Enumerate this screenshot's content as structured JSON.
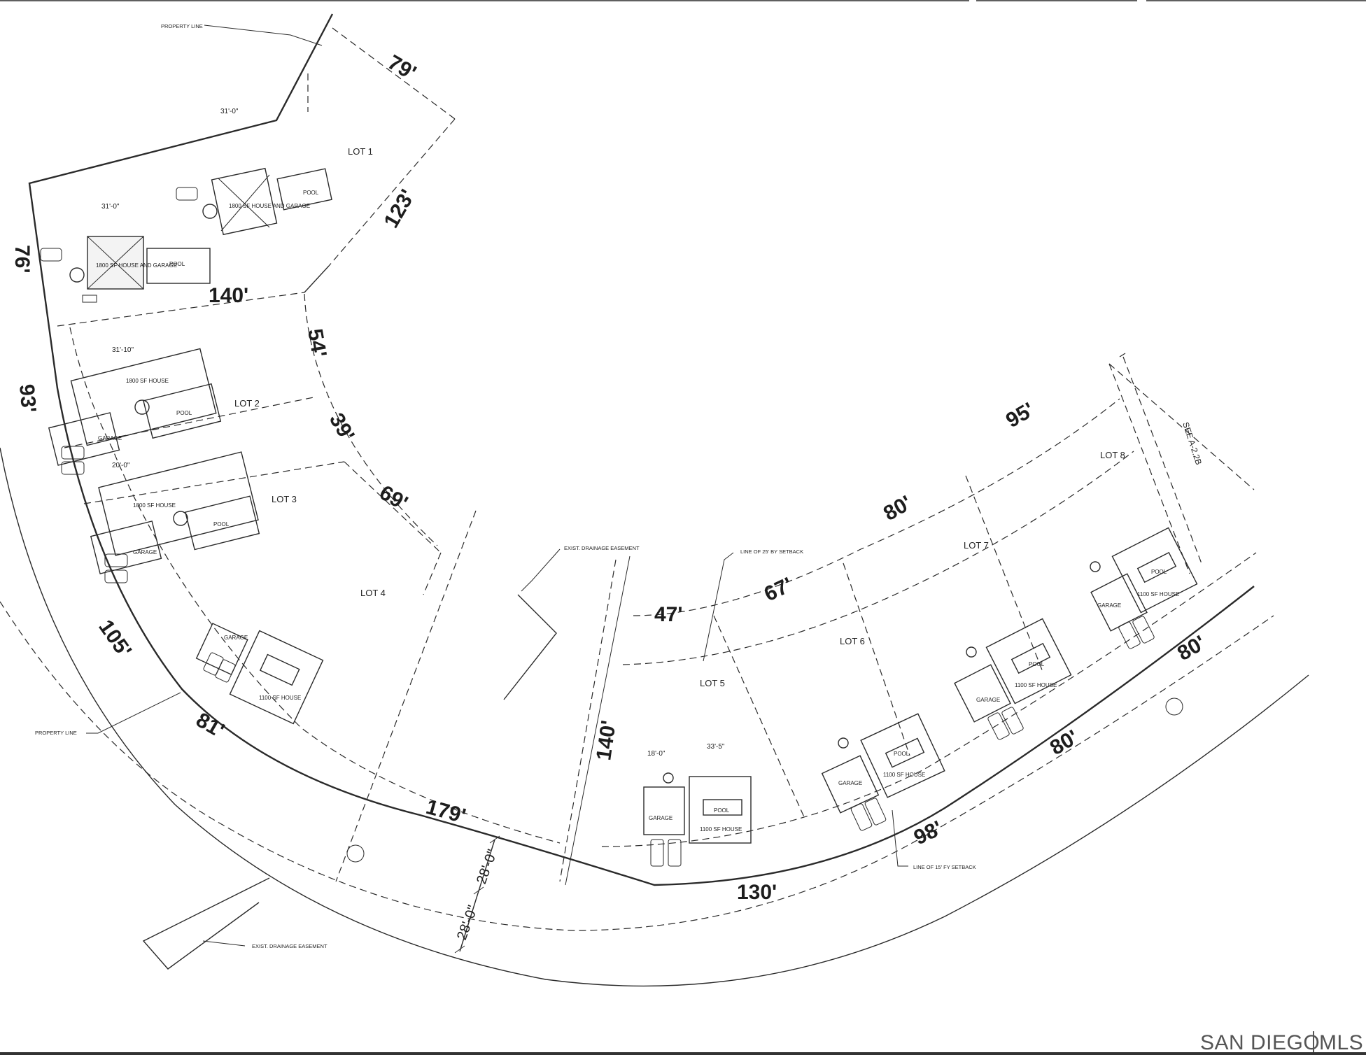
{
  "notes": {
    "property_line_top": "PROPERTY LINE",
    "property_line_left": "PROPERTY LINE",
    "drainage_easement_top": "EXIST. DRAINAGE EASEMENT",
    "drainage_easement_bottom": "EXIST. DRAINAGE EASEMENT",
    "setback_25": "LINE OF 25' BY SETBACK",
    "setback_15": "LINE OF 15' FY SETBACK",
    "see_sheet": "SEE A-2.2B"
  },
  "lots": {
    "lot1": "LOT 1",
    "lot2": "LOT 2",
    "lot3": "LOT 3",
    "lot4": "LOT 4",
    "lot5": "LOT 5",
    "lot6": "LOT 6",
    "lot7": "LOT 7",
    "lot8": "LOT 8"
  },
  "dimensions": {
    "d79": "79'",
    "d123": "123'",
    "d76": "76'",
    "d140a": "140'",
    "d54": "54'",
    "d93": "93'",
    "d39": "39'",
    "d69": "69'",
    "d95": "95'",
    "d80a": "80'",
    "d67": "67'",
    "d47": "47'",
    "d105": "105'",
    "d81": "81'",
    "d140b": "140'",
    "d179": "179'",
    "d130": "130'",
    "d98": "98'",
    "d80b": "80'",
    "d80c": "80'",
    "road1": "28'-0\"",
    "road2": "28'-0\""
  },
  "buildings": {
    "house_1800_garage": "1800 SF HOUSE AND GARAGE",
    "house_1800_garage_b": "1800 SF HOUSE AND GARAGE",
    "house_1800_a": "1800 SF HOUSE",
    "house_1800_b": "1800 SF HOUSE",
    "house_1100_4": "1100 SF HOUSE",
    "house_1100_5": "1100 SF HOUSE",
    "house_1100_6": "1100 SF HOUSE",
    "house_1100_7": "1100 SF HOUSE",
    "house_1100_8": "1100 SF HOUSE",
    "pool": "POOL",
    "garage": "GARAGE",
    "dim_31a": "31'-0\"",
    "dim_31b": "31'-0\"",
    "dim_31c": "31'-10\"",
    "dim_20": "20'-0\"",
    "dim_33": "33'-5\"",
    "dim_18": "18'-0\""
  },
  "watermark": {
    "left": "SAN DIEGO",
    "right": "MLS"
  }
}
